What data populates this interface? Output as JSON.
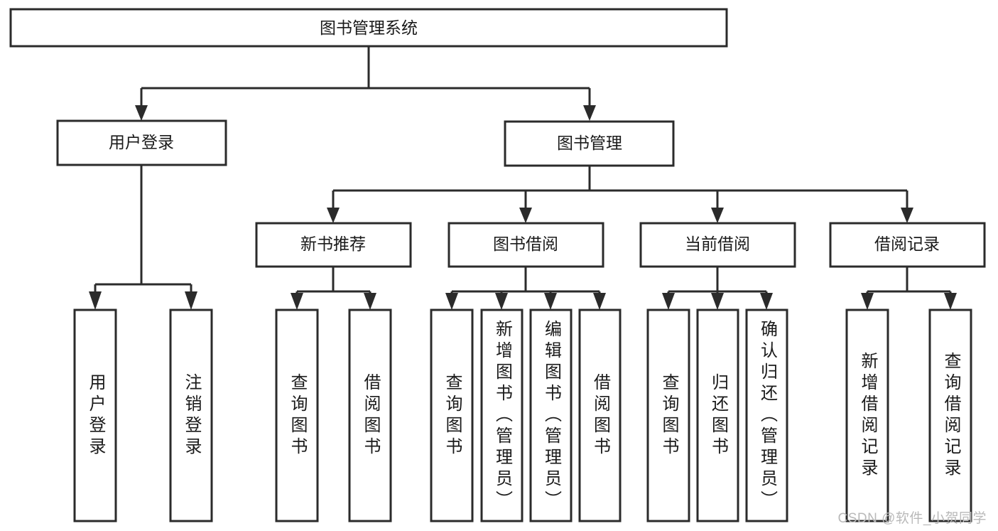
{
  "diagram": {
    "type": "tree-hierarchy-chart",
    "title": "图书管理系统",
    "watermark": "CSDN @软件_小贺同学",
    "colors": {
      "box_stroke": "#2b2b2b",
      "box_fill": "#ffffff",
      "connector": "#2b2b2b",
      "text": "#1a1a1a",
      "background": "#ffffff",
      "watermark": "#b9b9b9"
    },
    "levels": [
      {
        "level": 1,
        "nodes": [
          {
            "id": "root",
            "label": "图书管理系统",
            "orientation": "horizontal"
          }
        ]
      },
      {
        "level": 2,
        "nodes": [
          {
            "id": "user-login",
            "label": "用户登录",
            "orientation": "horizontal",
            "parent": "root"
          },
          {
            "id": "book-mgmt",
            "label": "图书管理",
            "orientation": "horizontal",
            "parent": "root"
          }
        ]
      },
      {
        "level": 3,
        "nodes": [
          {
            "id": "new-book-rec",
            "label": "新书推荐",
            "orientation": "horizontal",
            "parent": "book-mgmt"
          },
          {
            "id": "book-borrow",
            "label": "图书借阅",
            "orientation": "horizontal",
            "parent": "book-mgmt"
          },
          {
            "id": "current-borrow",
            "label": "当前借阅",
            "orientation": "horizontal",
            "parent": "book-mgmt"
          },
          {
            "id": "borrow-record",
            "label": "借阅记录",
            "orientation": "horizontal",
            "parent": "book-mgmt"
          }
        ]
      },
      {
        "level": 4,
        "nodes": [
          {
            "id": "leaf-user-login",
            "label": "用户登录",
            "orientation": "vertical",
            "parent": "user-login"
          },
          {
            "id": "leaf-user-logout",
            "label": "注销登录",
            "orientation": "vertical",
            "parent": "user-login"
          },
          {
            "id": "leaf-query-book-1",
            "label": "查询图书",
            "orientation": "vertical",
            "parent": "new-book-rec"
          },
          {
            "id": "leaf-borrow-book-1",
            "label": "借阅图书",
            "orientation": "vertical",
            "parent": "new-book-rec"
          },
          {
            "id": "leaf-query-book-2",
            "label": "查询图书",
            "orientation": "vertical",
            "parent": "book-borrow"
          },
          {
            "id": "leaf-add-book",
            "label": "新增图书（管理员）",
            "orientation": "vertical",
            "parent": "book-borrow"
          },
          {
            "id": "leaf-edit-book",
            "label": "编辑图书（管理员）",
            "orientation": "vertical",
            "parent": "book-borrow"
          },
          {
            "id": "leaf-borrow-book-2",
            "label": "借阅图书",
            "orientation": "vertical",
            "parent": "book-borrow"
          },
          {
            "id": "leaf-query-book-3",
            "label": "查询图书",
            "orientation": "vertical",
            "parent": "current-borrow"
          },
          {
            "id": "leaf-return-book",
            "label": "归还图书",
            "orientation": "vertical",
            "parent": "current-borrow"
          },
          {
            "id": "leaf-confirm-return",
            "label": "确认归还（管理员）",
            "orientation": "vertical",
            "parent": "current-borrow"
          },
          {
            "id": "leaf-add-record",
            "label": "新增借阅记录",
            "orientation": "vertical",
            "parent": "borrow-record"
          },
          {
            "id": "leaf-query-record",
            "label": "查询借阅记录",
            "orientation": "vertical",
            "parent": "borrow-record"
          }
        ]
      }
    ]
  }
}
